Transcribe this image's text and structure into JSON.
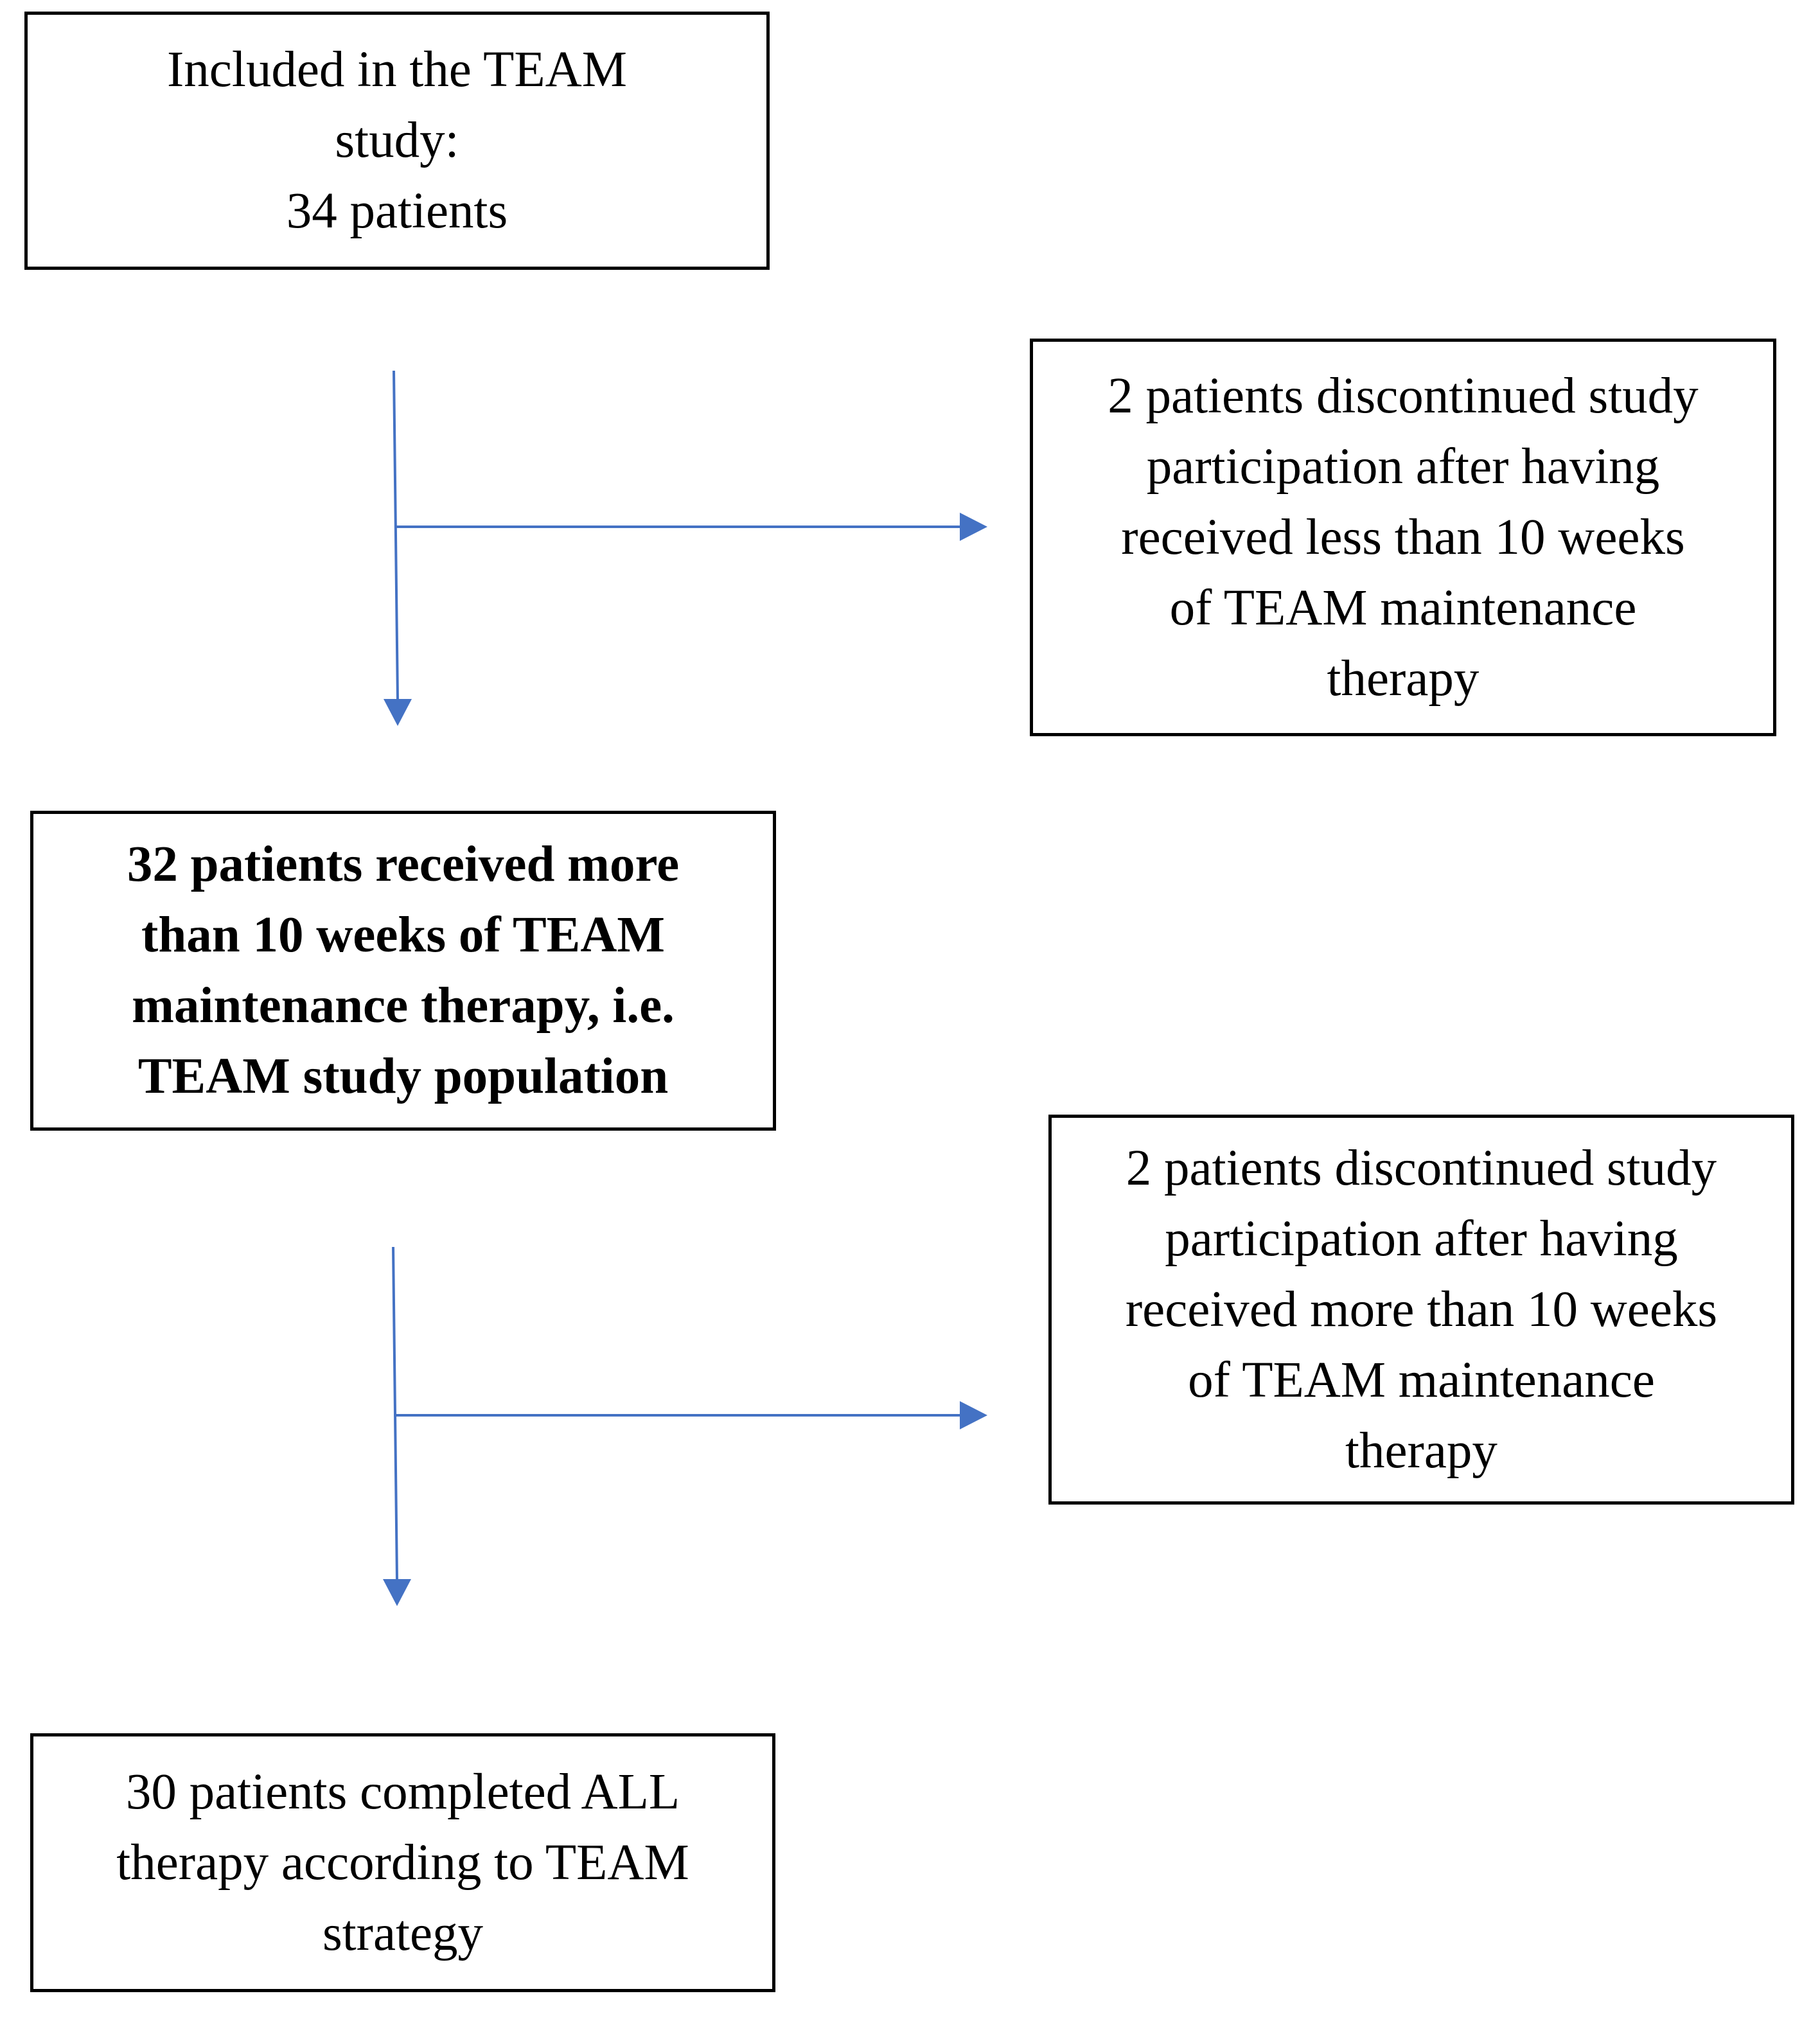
{
  "diagram": {
    "type": "flowchart",
    "line_color": "#4472C4",
    "box_border_color": "#000000",
    "nodes": [
      {
        "id": "included",
        "bold": false,
        "lines": [
          "Included in the TEAM",
          "study:",
          "34 patients"
        ]
      },
      {
        "id": "discontinued_less",
        "bold": false,
        "lines": [
          "2 patients discontinued study",
          "participation after having",
          "received less than 10 weeks",
          "of TEAM maintenance",
          "therapy"
        ]
      },
      {
        "id": "study_population",
        "bold": true,
        "lines": [
          "32 patients received more",
          "than 10 weeks of TEAM",
          "maintenance therapy, i.e.",
          "TEAM study population"
        ]
      },
      {
        "id": "discontinued_more",
        "bold": false,
        "lines": [
          "2 patients discontinued study",
          "participation after having",
          "received more than 10 weeks",
          "of TEAM maintenance",
          "therapy"
        ]
      },
      {
        "id": "completed",
        "bold": false,
        "lines": [
          "30 patients completed ALL",
          "therapy according to TEAM",
          "strategy"
        ]
      }
    ],
    "edges": [
      {
        "from": "included",
        "to": "study_population"
      },
      {
        "from": "included",
        "to": "discontinued_less"
      },
      {
        "from": "study_population",
        "to": "completed"
      },
      {
        "from": "study_population",
        "to": "discontinued_more"
      }
    ]
  }
}
